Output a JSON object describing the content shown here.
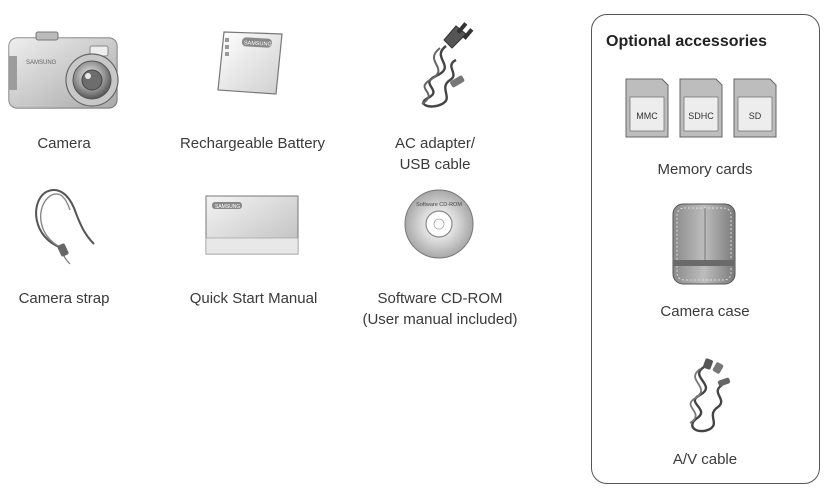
{
  "contents": {
    "camera": {
      "label": "Camera",
      "brand": "SAMSUNG"
    },
    "battery": {
      "label": "Rechargeable Battery",
      "brand": "SAMSUNG"
    },
    "adapter": {
      "label_line1": "AC adapter/",
      "label_line2": "USB cable"
    },
    "strap": {
      "label": "Camera strap"
    },
    "manual": {
      "label": "Quick Start Manual",
      "brand": "SAMSUNG"
    },
    "cdrom": {
      "label_line1": "Software CD-ROM",
      "label_line2": "(User manual included)",
      "disc_text": "Software CD-ROM"
    }
  },
  "optional": {
    "title": "Optional accessories",
    "memory_cards": {
      "label": "Memory cards",
      "cards": [
        "MMC",
        "SDHC",
        "SD"
      ]
    },
    "case": {
      "label": "Camera case"
    },
    "av_cable": {
      "label": "A/V cable"
    }
  }
}
